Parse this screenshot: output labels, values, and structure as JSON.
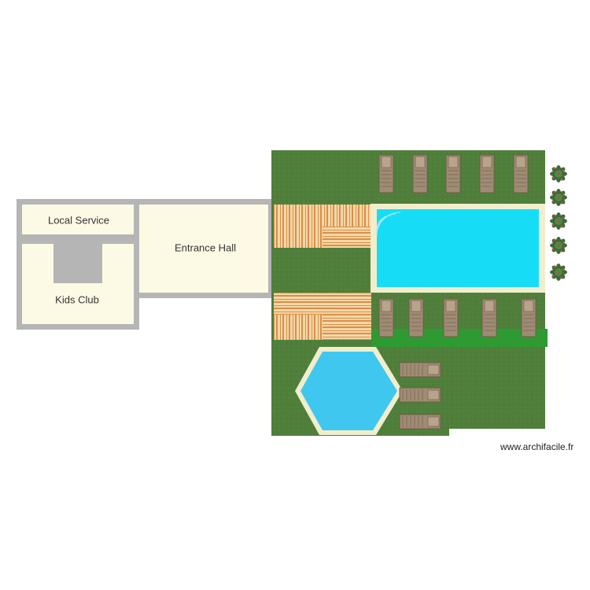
{
  "rooms": {
    "local_service": "Local Service",
    "kids_club": "Kids Club",
    "entrance_hall": "Entrance Hall"
  },
  "watermark": "www.archifacile.fr",
  "colors": {
    "wall": "#b5b5b5",
    "floor": "#fcf9e4",
    "lawn": "#4f7f3a",
    "lawn_light": "#5e8c46",
    "hedge": "#2e9a32",
    "pool_water": "#17dcf6",
    "pool_rim": "#f1eecd",
    "hex_pool_water": "#3fc7f0",
    "deck_light": "#f5d7a8",
    "deck_dark": "#d98f48",
    "lounger": "#a08b74",
    "lounger_dark": "#6d5c4a",
    "plant": "#3d6b34",
    "plant_flower": "#b34a5e"
  },
  "furniture": {
    "loungers_top_row": 5,
    "loungers_bottom_row": 5,
    "loungers_side_column": 3,
    "potted_plants": 5
  }
}
